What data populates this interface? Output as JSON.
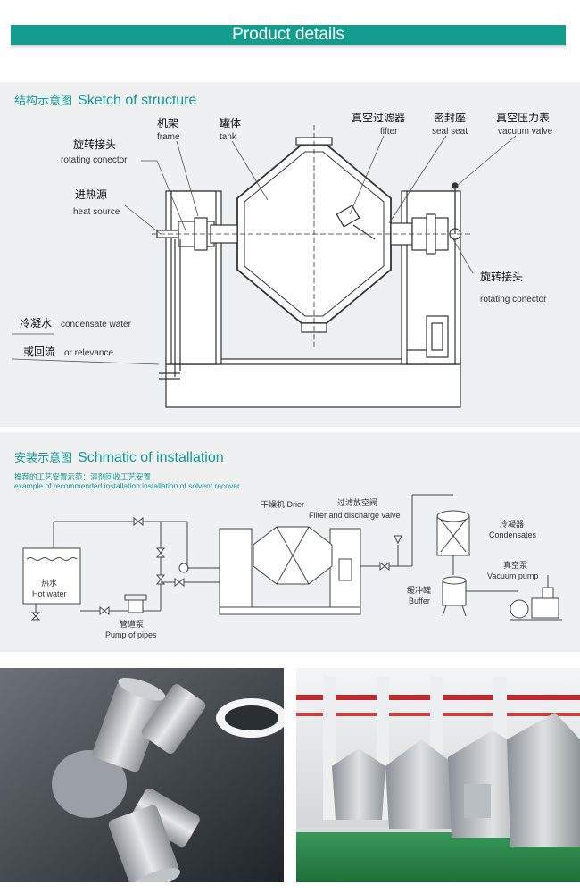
{
  "banner": {
    "title": "Product details"
  },
  "structure": {
    "title_cn": "结构示意图",
    "title_en": "Sketch of structure",
    "labels": {
      "frame_cn": "机架",
      "frame_en": "frame",
      "tank_cn": "罐体",
      "tank_en": "tank",
      "filter_cn": "真空过滤器",
      "filter_en": "fifter",
      "seal_cn": "密封座",
      "seal_en": "seal seat",
      "vac_cn": "真空压力表",
      "vac_en": "vacuum valve",
      "rotL_cn": "旋转接头",
      "rotL_en": "rotating conector",
      "heat_cn": "进热源",
      "heat_en": "heat source",
      "rotR_cn": "旋转接头",
      "rotR_en": "rotating conector",
      "cond_cn": "冷凝水",
      "cond_en": "condensate water",
      "rel_cn": "或回流",
      "rel_en": "or relevance"
    }
  },
  "installation": {
    "title_cn": "安装示意图",
    "title_en": "Schmatic of installation",
    "note_cn": "推荐的工艺安置示范：溶剂回收工艺安置",
    "note_en": "example of recommended installation:installation of solvent recover.",
    "labels": {
      "drier": "干燥机 Drier",
      "filter_cn": "过滤放空阀",
      "filter_en": "Filter and discharge valve",
      "cond_cn": "冷凝器",
      "cond_en": "Condensates",
      "vac_cn": "真空泵",
      "vac_en": "Vacuum pump",
      "buffer_cn": "缓冲罐",
      "buffer_en": "Buffer",
      "hot_cn": "热水",
      "hot_en": "Hot water",
      "pump_cn": "管道泵",
      "pump_en": "Pump of pipes"
    }
  },
  "colors": {
    "accent": "#149d8f",
    "panel": "#eef0f1"
  }
}
